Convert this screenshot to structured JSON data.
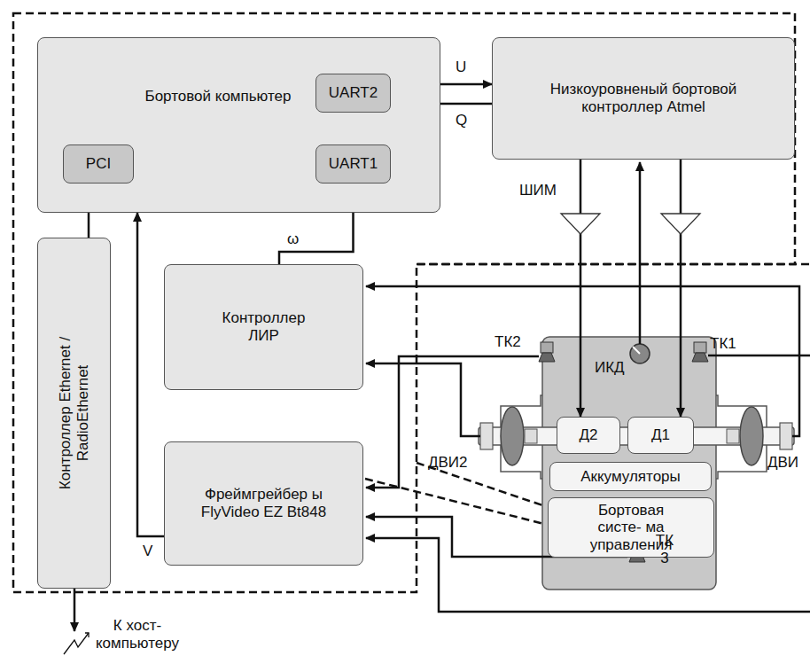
{
  "diagram": {
    "nodes": [
      {
        "text": [
          "Бортовой компьютер"
        ]
      },
      {
        "text": [
          "UART2"
        ],
        "in": 0
      },
      {
        "text": [
          "PCI"
        ],
        "in": 0
      },
      {
        "text": [
          "UART1"
        ],
        "in": 0
      },
      {
        "text": [
          "Низкоуровненый бортовой контроллер Atmel"
        ]
      },
      {
        "text": [
          "Контроллер Ethernet / RadioEthernet"
        ]
      },
      {
        "text": [
          "Контроллер ЛИР"
        ]
      },
      {
        "text": [
          "Фреймгрейбер ы FlyVideo EZ Bt848"
        ]
      },
      {
        "text": [
          "Д2"
        ]
      },
      {
        "text": [
          "Д1"
        ]
      },
      {
        "text": [
          "Аккумуляторы"
        ]
      },
      {
        "text": [
          "Бортовая систе- ма управления"
        ]
      }
    ],
    "edges": [
      {
        "from": 1,
        "to": 4,
        "label": "U",
        "arrow": "to"
      },
      {
        "from": 4,
        "to": 1,
        "label": "Q",
        "arrow": "to"
      },
      {
        "from": 6,
        "to": 3,
        "label": "ω",
        "arrow": "to"
      },
      {
        "from": 5,
        "to": 2,
        "arrow": "to"
      },
      {
        "from": 7,
        "to": 0,
        "label": "V",
        "arrow": "to"
      },
      {
        "from": 4,
        "to": 8,
        "label": "ШИМ",
        "arrow": "to"
      },
      {
        "from": 4,
        "to": 9,
        "arrow": "to"
      }
    ],
    "labels": [
      "ТК2",
      "ИКД",
      "ТК1",
      "ДВИ2",
      "ДВИ",
      "ТК 3",
      "К хост- компьютеру"
    ]
  }
}
